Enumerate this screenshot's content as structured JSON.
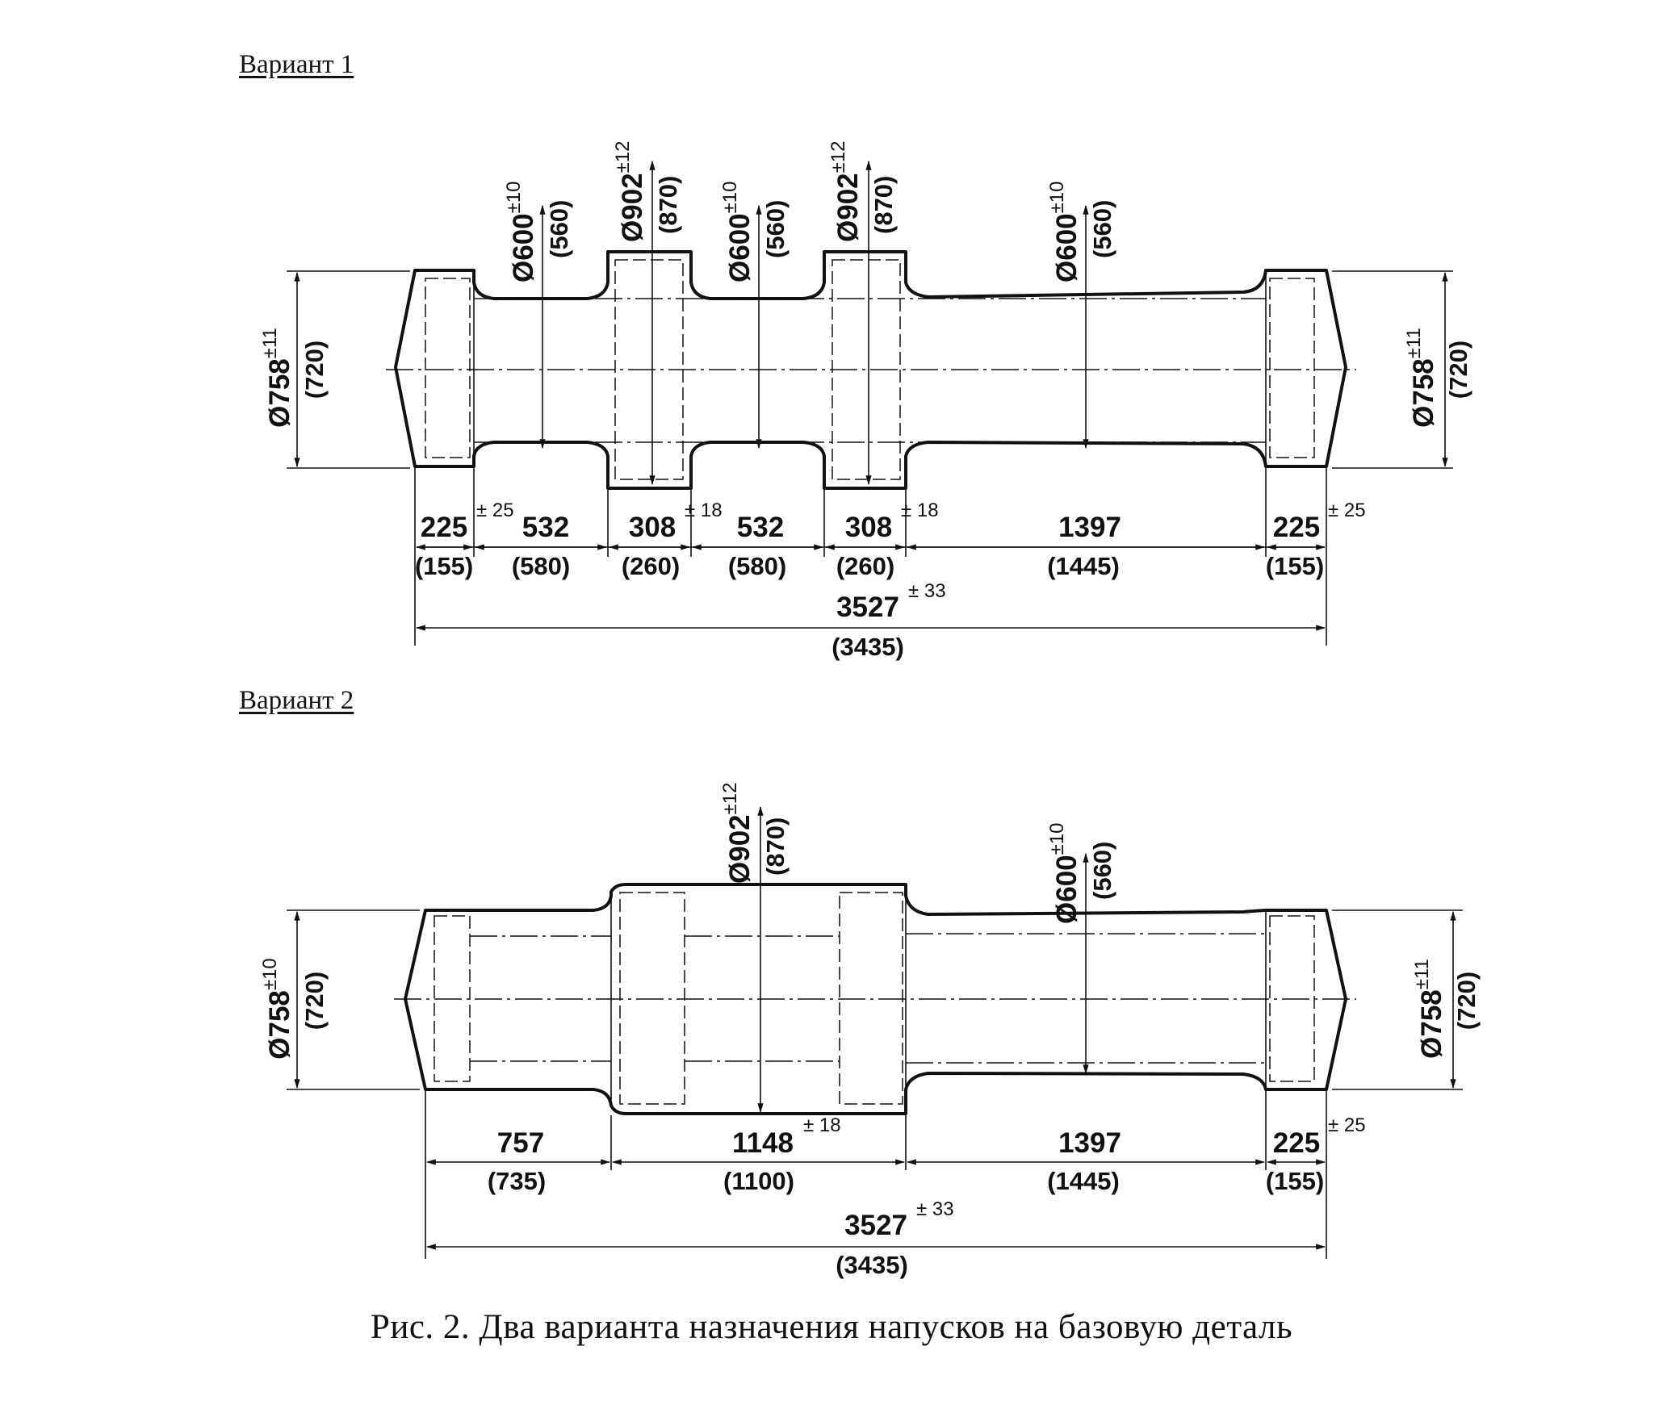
{
  "variant1": {
    "title": "Вариант 1",
    "left_end": {
      "dia": "Ø758",
      "tol": "±11",
      "paren": "(720)"
    },
    "right_end": {
      "dia": "Ø758",
      "tol": "±11",
      "paren": "(720)"
    },
    "collars": [
      {
        "dia": "Ø902",
        "tol": "±12",
        "paren": "(870)"
      },
      {
        "dia": "Ø902",
        "tol": "±12",
        "paren": "(870)"
      }
    ],
    "necks": [
      {
        "dia": "Ø600",
        "tol": "±10",
        "paren": "(560)"
      },
      {
        "dia": "Ø600",
        "tol": "±10",
        "paren": "(560)"
      },
      {
        "dia": "Ø600",
        "tol": "±10",
        "paren": "(560)"
      }
    ],
    "lengths": [
      {
        "value": "225",
        "tol": "± 25",
        "paren": "(155)"
      },
      {
        "value": "532",
        "tol": "",
        "paren": "(580)"
      },
      {
        "value": "308",
        "tol": "± 18",
        "paren": "(260)"
      },
      {
        "value": "532",
        "tol": "",
        "paren": "(580)"
      },
      {
        "value": "308",
        "tol": "± 18",
        "paren": "(260)"
      },
      {
        "value": "1397",
        "tol": "",
        "paren": "(1445)"
      },
      {
        "value": "225",
        "tol": "± 25",
        "paren": "(155)"
      }
    ],
    "total": {
      "value": "3527",
      "tol": "± 33",
      "paren": "(3435)"
    }
  },
  "variant2": {
    "title": "Вариант 2",
    "left_end": {
      "dia": "Ø758",
      "tol": "±10",
      "paren": "(720)"
    },
    "right_end": {
      "dia": "Ø758",
      "tol": "±11",
      "paren": "(720)"
    },
    "collar": {
      "dia": "Ø902",
      "tol": "±12",
      "paren": "(870)"
    },
    "neck": {
      "dia": "Ø600",
      "tol": "±10",
      "paren": "(560)"
    },
    "lengths": [
      {
        "value": "757",
        "tol": "",
        "paren": "(735)"
      },
      {
        "value": "1148",
        "tol": "± 18",
        "paren": "(1100)"
      },
      {
        "value": "1397",
        "tol": "",
        "paren": "(1445)"
      },
      {
        "value": "225",
        "tol": "± 25",
        "paren": "(155)"
      }
    ],
    "total": {
      "value": "3527",
      "tol": "± 33",
      "paren": "(3435)"
    }
  },
  "caption": "Рис. 2. Два варианта назначения напусков на базовую деталь"
}
